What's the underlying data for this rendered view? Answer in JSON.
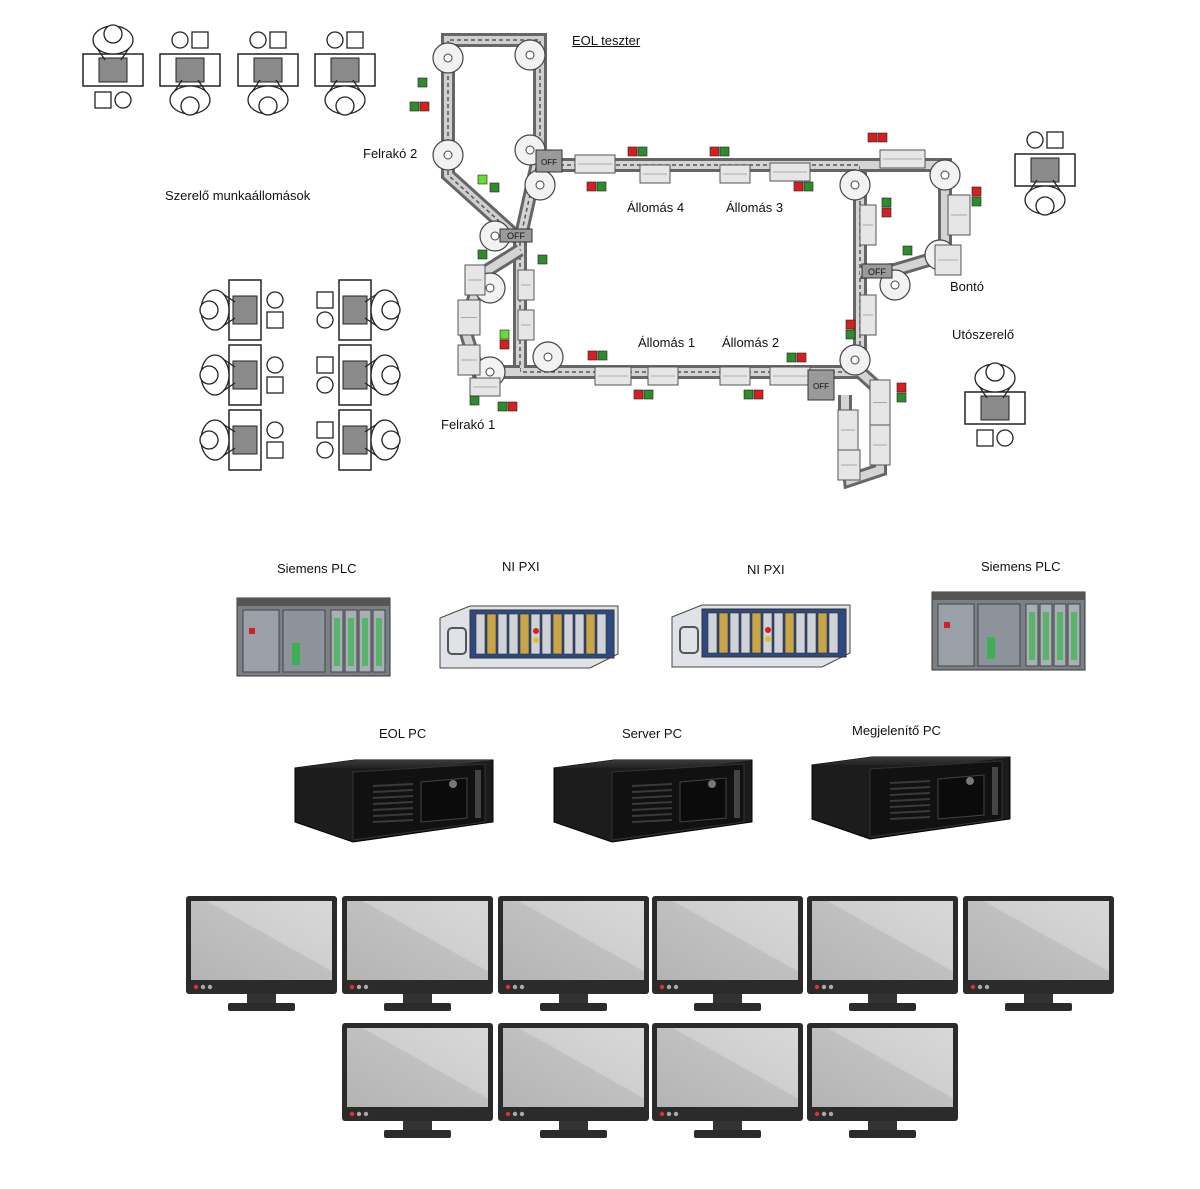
{
  "layout_labels": {
    "eol_tester": "EOL teszter",
    "loader_2": "Felrakó 2",
    "loader_1": "Felrakó 1",
    "assembly_workstations": "Szerelő munkaállomások",
    "station_4": "Állomás 4",
    "station_3": "Állomás 3",
    "station_1": "Állomás 1",
    "station_2": "Állomás 2",
    "dismantler": "Bontó",
    "post_assembler": "Utószerelő"
  },
  "switches": {
    "off_1": "OFF",
    "off_2": "OFF",
    "off_3": "OFF",
    "off_4": "OFF"
  },
  "hardware": {
    "plc_left": "Siemens PLC",
    "pxi_left": "NI PXI",
    "pxi_right": "NI PXI",
    "plc_right": "Siemens PLC",
    "eol_pc": "EOL PC",
    "server_pc": "Server PC",
    "display_pc": "Megjelenítő PC"
  },
  "monitors": {
    "row1_count": 6,
    "row2_count": 4
  },
  "colors": {
    "indicator_green": "#2e8b2e",
    "indicator_red": "#d42020",
    "indicator_lime": "#66dd33",
    "monitor_screen": "#bdbdbd",
    "monitor_frame": "#2b2b2b",
    "pc_case": "#1c1c1c"
  }
}
